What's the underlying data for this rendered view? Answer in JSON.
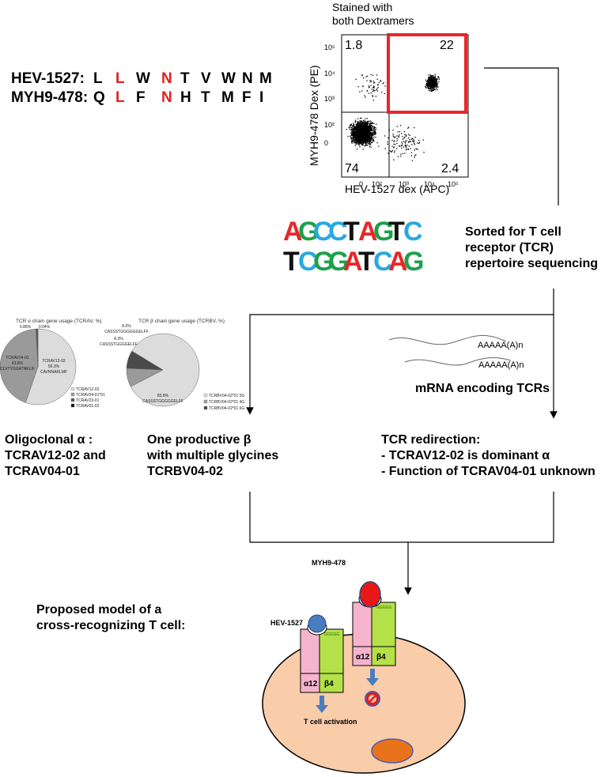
{
  "sequences": {
    "hev": {
      "label": "HEV-1527:",
      "residues": [
        "L",
        "L",
        "W",
        "N",
        "T",
        "V",
        "W",
        "N",
        "M"
      ],
      "highlight": [
        1,
        3
      ]
    },
    "myh": {
      "label": "MYH9-478:",
      "residues": [
        "Q",
        "L",
        "F",
        "N",
        "H",
        "T",
        "M",
        "F",
        "I"
      ],
      "highlight": [
        1,
        3
      ]
    }
  },
  "flow": {
    "title": "Stained with\nboth Dextramers",
    "ylabel": "MYH9-478 Dex (PE)",
    "xlabel": "HEV-1527 dex (APC)",
    "q_ul": "1.8",
    "q_ur": "22",
    "q_ll": "74",
    "q_lr": "2.4",
    "yticks": [
      "10⁵",
      "10⁴",
      "10³",
      "10²",
      "0"
    ],
    "xticks": [
      "0",
      "10²",
      "10³",
      "10⁴",
      "10⁵"
    ],
    "gate_color": "#e8262a"
  },
  "dna": {
    "line1": [
      "A",
      "G",
      "C",
      "C",
      "T",
      "A",
      "G",
      "T",
      "C"
    ],
    "line2": [
      "T",
      "C",
      "G",
      "G",
      "A",
      "T",
      "C",
      "A",
      "G"
    ],
    "colors": {
      "A": "#e8262a",
      "G": "#1ea04b",
      "C": "#29a8e0",
      "T": "#111111"
    }
  },
  "sorted_text": "Sorted for T cell\nreceptor (TCR)\nrepertoire sequencing",
  "pie_alpha": {
    "title": "TCR α chain gene usage (TCRAV, %)",
    "slices": [
      {
        "name": "TCRAV12-02",
        "value": 55.3,
        "color": "#dcdcdc",
        "label": "TCRAV12-02\n55.3%\nCAVNNARLMF"
      },
      {
        "name": "TCRAV04-01*01",
        "value": 43.8,
        "color": "#9a9a9a",
        "label": "TCRAV04-01\n43.8%\nCLVTYGGATNKLIF"
      },
      {
        "name": "TCRAV23-01",
        "value": 0.86,
        "color": "#5a5a5a",
        "label": "0.86%"
      },
      {
        "name": "TCRAV01-02",
        "value": 0.04,
        "color": "#111111",
        "label": "0.04%"
      }
    ],
    "legend": [
      "TCRAV12-02",
      "TCRAV04-01*01",
      "TCRAV23-01",
      "TCRAV01-02"
    ]
  },
  "pie_beta": {
    "title": "TCR β chain gene usage (TCRBV, %)",
    "slices": [
      {
        "name": "TCRBV04-02*01 5G",
        "value": 83.8,
        "color": "#dcdcdc",
        "label": "83.8%"
      },
      {
        "name": "TCRBV04-02*01 4G",
        "value": 8.3,
        "color": "#9a9a9a",
        "label": "8.3%"
      },
      {
        "name": "TCRBV04-02*01 6G",
        "value": 8.0,
        "color": "#4a4a4a",
        "label": "8.0%"
      }
    ],
    "labels": [
      "CASSSTGGGGGELFF",
      "CASSSTGGGGELFF",
      "CASSSTGGGGGGELFF"
    ],
    "legend": [
      "TCRBV04-02*01 5G",
      "TCRBV04-02*01 4G",
      "TCRBV04-02*01 6G"
    ]
  },
  "mrna": {
    "tail1": "AAAAA(A)n",
    "tail2": "AAAAA(A)n",
    "label": "mRNA encoding TCRs"
  },
  "captions": {
    "alpha": "Oligoclonal α :\nTCRAV12-02 and\nTCRAV04-01",
    "beta": "One productive β\nwith multiple glycines\nTCRBV04-02",
    "redirect": "TCR redirection:\n- TCRAV12-02 is dominant α\n- Function of TCRAV04-01 unknown",
    "model": "Proposed model of a\ncross-recognizing T cell:"
  },
  "model": {
    "hev_label": "HEV-1527",
    "myh_label": "MYH9-478",
    "alpha": "α12",
    "beta": "β4",
    "gly": "GGGGG",
    "activation": "T cell activation",
    "cell_color": "#f9ccaa",
    "nucleus_color": "#e8731a",
    "alpha_color": "#f6b4cc",
    "beta_color": "#b4e04a",
    "hev_color": "#4a7cc0",
    "myh_color": "#e81818"
  }
}
